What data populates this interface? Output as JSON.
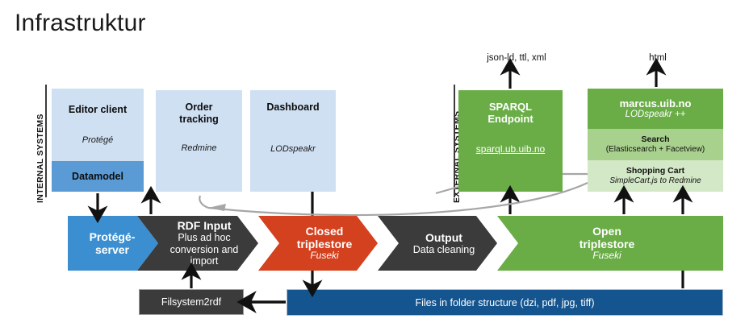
{
  "title": "Infrastruktur",
  "groups": {
    "internal_label": "INTERNAL SYSTEMS",
    "external_label": "EXTERNAL SYSTEMS"
  },
  "internal_systems": [
    {
      "name": "editor-client",
      "title": "Editor client",
      "subtitle": "Protégé",
      "footer": "Datamodel"
    },
    {
      "name": "order-tracking",
      "title": "Order\ntracking",
      "title_line1": "Order",
      "title_line2": "tracking",
      "subtitle": "Redmine"
    },
    {
      "name": "dashboard",
      "title": "Dashboard",
      "subtitle": "LODspeakr"
    }
  ],
  "external_systems": [
    {
      "name": "sparql-endpoint",
      "title_line1": "SPARQL",
      "title_line2": "Endpoint",
      "link": "sparql.ub.uib.no",
      "output_caption": "json-ld, ttl, xml"
    },
    {
      "name": "marcus",
      "title": "marcus.uib.no",
      "subtitle": "LODspeakr ++",
      "output_caption": "html",
      "sections": [
        {
          "name": "search",
          "title": "Search",
          "subtitle": "(Elasticsearch + Facetview)"
        },
        {
          "name": "shopping-cart",
          "title": "Shopping Cart",
          "subtitle": "SimpleCart.js to Redmine"
        }
      ]
    }
  ],
  "pipeline": [
    {
      "name": "protege-server",
      "line1": "Protégé-",
      "line2": "server",
      "color": "#3b8fd0"
    },
    {
      "name": "rdf-input",
      "line1": "RDF Input",
      "line2": "Plus ad hoc",
      "line3": "conversion and",
      "line4": "import",
      "color": "#3b3b3b"
    },
    {
      "name": "closed-triplestore",
      "line1": "Closed",
      "line2": "triplestore",
      "line3": "Fuseki",
      "color": "#d4411e"
    },
    {
      "name": "output",
      "line1": "Output",
      "line2": "Data cleaning",
      "color": "#3b3b3b"
    },
    {
      "name": "open-triplestore",
      "line1": "Open",
      "line2": "triplestore",
      "line3": "Fuseki",
      "color": "#6aad47"
    }
  ],
  "storage": {
    "filsystem2rdf": "Filsystem2rdf",
    "files": "Files in folder structure (dzi, pdf, jpg, tiff)"
  },
  "colors": {
    "blue_light": "#cfe0f3",
    "blue_mid": "#5b9bd5",
    "green_dark": "#6aad47",
    "green_mid": "#a9d18e",
    "green_pale": "#d3e8c6",
    "pipeline_blue": "#3b8fd0",
    "pipeline_dark": "#3b3b3b",
    "pipeline_red": "#d4411e",
    "files_blue": "#14548f",
    "connector_gray": "#a6a6a6",
    "arrow_black": "#111111"
  }
}
